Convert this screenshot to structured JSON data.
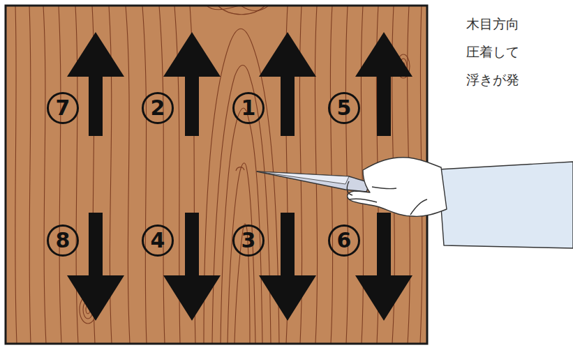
{
  "diagram": {
    "nodes": [
      {
        "text": [
          "7"
        ]
      },
      {
        "text": [
          "2"
        ]
      },
      {
        "text": [
          "1"
        ]
      },
      {
        "text": [
          "5"
        ]
      },
      {
        "text": [
          "8"
        ]
      },
      {
        "text": [
          "4"
        ]
      },
      {
        "text": [
          "3"
        ]
      },
      {
        "text": [
          "6"
        ]
      }
    ],
    "labels": [
      "木目方向",
      "圧着して",
      "浮きが発"
    ]
  }
}
